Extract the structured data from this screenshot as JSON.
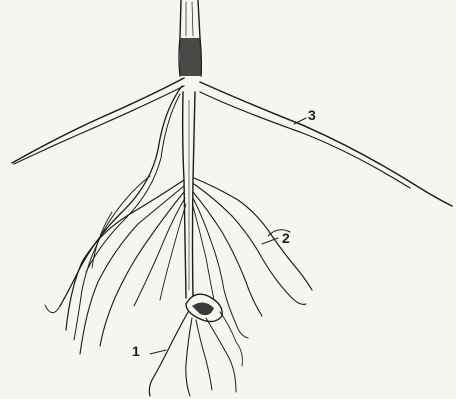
{
  "figure": {
    "subject": "plant-root-system",
    "labels": [
      {
        "id": "1",
        "text": "1"
      },
      {
        "id": "2",
        "text": "2"
      },
      {
        "id": "3",
        "text": "3"
      }
    ],
    "colors": {
      "paper": "#f6f6f1",
      "ink": "#1c1c1c"
    }
  }
}
